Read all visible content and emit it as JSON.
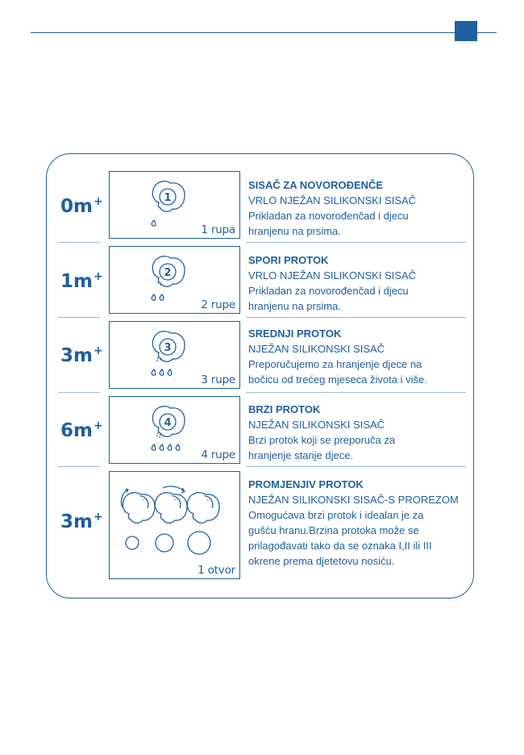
{
  "rows": [
    {
      "age": "0m",
      "sup": "+",
      "number": "1",
      "holes": "1 rupa",
      "title": "SISAČ ZA NOVOROĐENČE",
      "subtitle": "VRLO NJEŽAN SILIKONSKI SISAČ",
      "desc": [
        "Prikladan za novorođenčad i djecu",
        "hranjenu na prsima."
      ]
    },
    {
      "age": "1m",
      "sup": "+",
      "number": "2",
      "holes": "2 rupe",
      "title": "SPORI PROTOK",
      "subtitle": "VRLO NJEŽAN SILIKONSKI SISAČ",
      "desc": [
        "Prikladan za novorođenčad i djecu",
        "hranjenu na prsima."
      ]
    },
    {
      "age": "3m",
      "sup": "+",
      "number": "3",
      "holes": "3 rupe",
      "title": "SREDNJI PROTOK",
      "subtitle": "NJEŽAN SILIKONSKI SISAČ",
      "desc": [
        "Preporučujemo za hranjenje djece na",
        "bočicu od trećeg mjeseca života i više."
      ]
    },
    {
      "age": "6m",
      "sup": "+",
      "number": "4",
      "holes": "4 rupe",
      "title": "BRZI PROTOK",
      "subtitle": "NJEŽAN SILIKONSKI SISAČ",
      "desc": [
        "Brzi protok koji se preporuča za",
        "hranjenje starije djece."
      ]
    },
    {
      "age": "3m",
      "sup": "+",
      "holes": "1 otvor",
      "title": "PROMJENJIV PROTOK",
      "subtitle": "NJEŽAN SILIKONSKI SISAČ-S PROREZOM",
      "desc": [
        "Omogućava brzi protok i idealan je za",
        "gušću hranu.Brzina protoka može se",
        "prilagođavati tako da se oznaka I,II ili III",
        "okrene prema djetetovu nosiću."
      ]
    }
  ],
  "colors": {
    "accent": "#1f5f9f"
  }
}
